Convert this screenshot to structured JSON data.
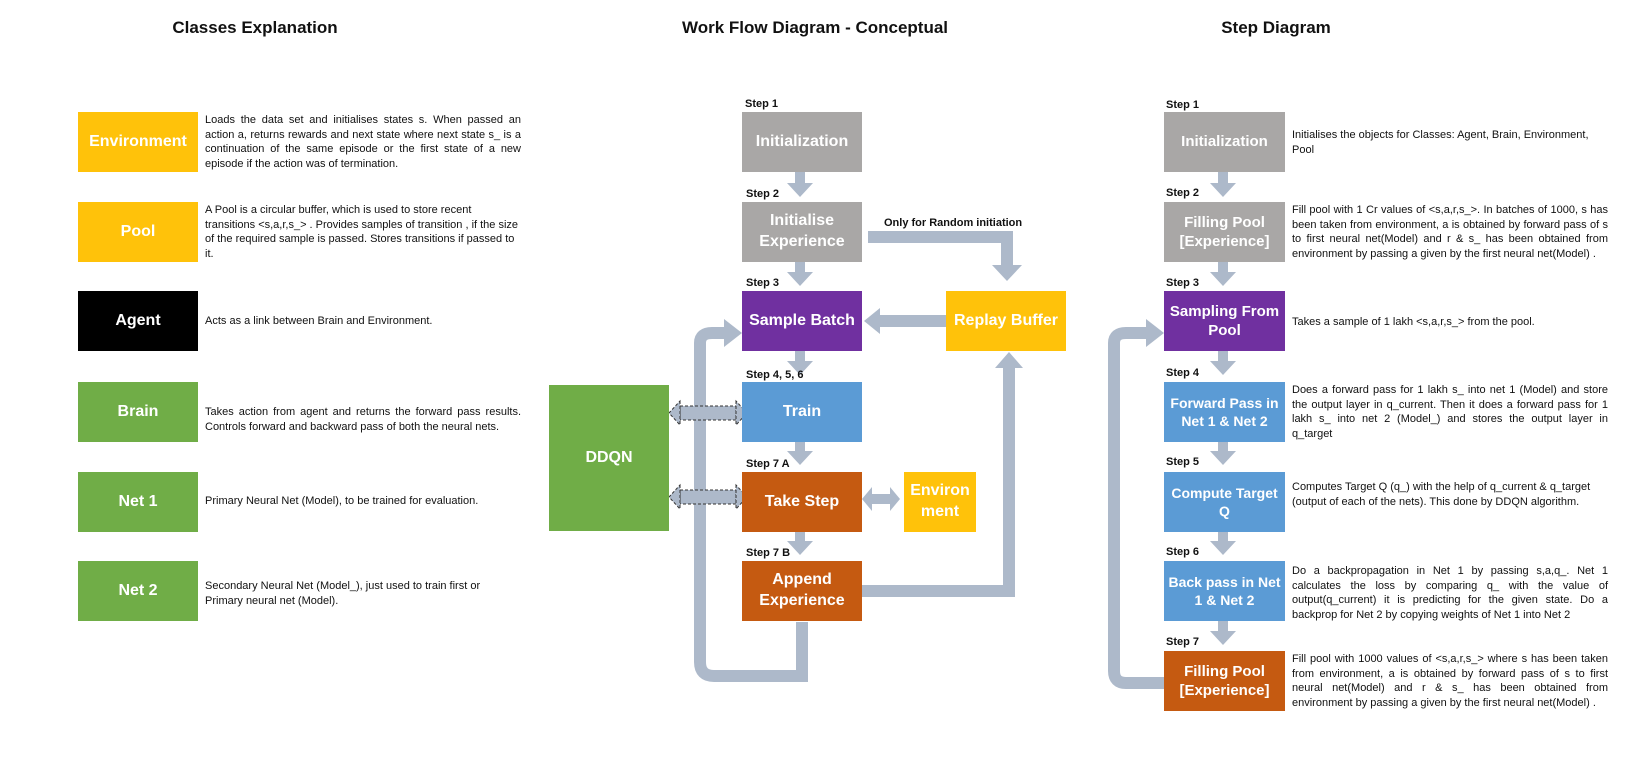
{
  "headings": {
    "classes": "Classes Explanation",
    "workflow": "Work Flow Diagram - Conceptual",
    "steps": "Step Diagram"
  },
  "colors": {
    "gray": "#a9a7a6",
    "yellow": "#ffc20a",
    "black": "#000000",
    "green": "#70ad47",
    "purple": "#7030a0",
    "blue": "#5b9bd5",
    "orange": "#c55a11",
    "arrow": "#adb9ca"
  },
  "classes": [
    {
      "label": "Environment",
      "desc": "Loads the data set and initialises states s. When passed an action a, returns rewards and next state where next state s_ is a continuation of the same episode or the first state of a new episode if the action was of termination."
    },
    {
      "label": "Pool",
      "desc": "A Pool is a circular buffer, which is used to store recent transitions <s,a,r,s_> . Provides samples of transition , if the size of the required sample is passed.  Stores transitions if passed to it."
    },
    {
      "label": "Agent",
      "desc": "Acts as a link between Brain and Environment."
    },
    {
      "label": "Brain",
      "desc": "Takes action  from agent and returns the forward pass results. Controls  forward and backward pass of both the neural nets."
    },
    {
      "label": "Net 1",
      "desc": "Primary Neural Net (Model), to be trained for evaluation."
    },
    {
      "label": "Net 2",
      "desc": "Secondary Neural Net (Model_), just used to train first or Primary neural net (Model)."
    }
  ],
  "workflow": {
    "steps": [
      {
        "step": "Step 1",
        "label": "Initialization"
      },
      {
        "step": "Step 2",
        "label": "Initialise Experience"
      },
      {
        "step": "Step 3",
        "label": "Sample Batch"
      },
      {
        "step": "Step 4, 5, 6",
        "label": "Train"
      },
      {
        "step": "Step 7 A",
        "label": "Take Step"
      },
      {
        "step": "Step 7 B",
        "label": "Append Experience"
      }
    ],
    "replay_buffer": "Replay Buffer",
    "environment": "Environ ment",
    "ddqn": "DDQN",
    "random_note": "Only for Random initiation"
  },
  "step_diagram": [
    {
      "step": "Step 1",
      "label": "Initialization",
      "desc": "Initialises the objects for Classes: Agent, Brain, Environment, Pool"
    },
    {
      "step": "Step 2",
      "label": "Filling Pool [Experience]",
      "desc": "Fill pool with 1 Cr values of <s,a,r,s_>. In batches of 1000, s has been taken from environment, a is obtained by forward pass of s to first neural net(Model) and r & s_ has been obtained from environment by passing a given by the first neural net(Model) ."
    },
    {
      "step": "Step 3",
      "label": "Sampling From Pool",
      "desc": "Takes a sample of 1 lakh  <s,a,r,s_> from the pool."
    },
    {
      "step": "Step 4",
      "label": "Forward Pass in Net 1 & Net 2",
      "desc": "Does a forward pass for 1 lakh s_ into net 1 (Model) and store the output layer in q_current. Then it does a forward pass for 1 lakh s_ into net 2 (Model_) and stores the output layer in q_target"
    },
    {
      "step": "Step 5",
      "label": "Compute Target Q",
      "desc": "Computes Target Q (q_) with the help of q_current & q_target (output of each of the nets). This done by DDQN algorithm."
    },
    {
      "step": "Step 6",
      "label": "Back pass in Net 1 & Net 2",
      "desc": "Do a backpropagation in Net 1 by passing s,a,q_. Net 1 calculates the loss by comparing q_ with the value of output(q_current) it is predicting for the given state. Do a backprop for Net 2 by copying weights of Net 1 into Net 2"
    },
    {
      "step": "Step 7",
      "label": "Filling Pool [Experience]",
      "desc": "Fill pool with 1000 values of <s,a,r,s_> where s has been taken from environment, a is obtained by forward pass of s to first neural net(Model) and r & s_ has been obtained from environment by passing a given by the first neural net(Model) ."
    }
  ]
}
